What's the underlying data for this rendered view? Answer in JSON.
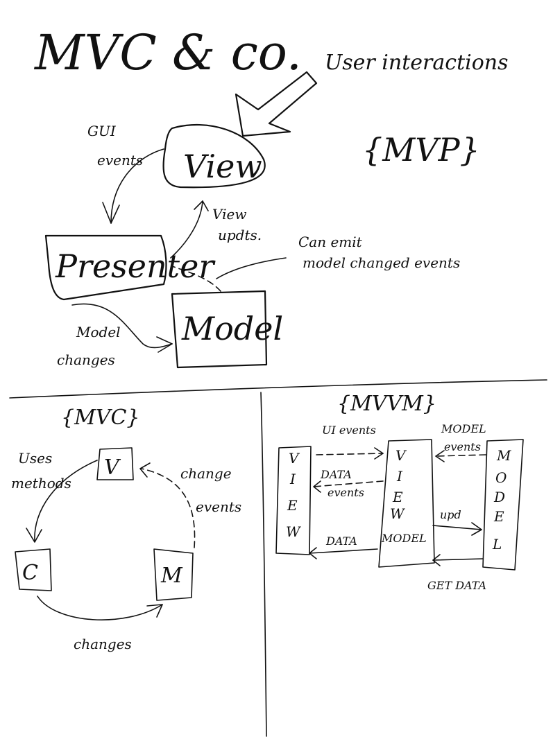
{
  "title": "MVC & co.",
  "mvp": {
    "section_label": "{MVP}",
    "user_interactions": "User interactions",
    "view": "View",
    "presenter": "Presenter",
    "model": "Model",
    "gui_events": [
      "GUI",
      "events"
    ],
    "view_updates": [
      "View",
      "updts."
    ],
    "model_changes": [
      "Model",
      "changes"
    ],
    "can_emit": [
      "Can emit",
      "model changed events"
    ]
  },
  "mvc": {
    "section_label": "{MVC}",
    "v": "V",
    "c": "C",
    "m": "M",
    "uses_methods": [
      "Uses",
      "methods"
    ],
    "change_events": [
      "change",
      "events"
    ],
    "changes": "changes"
  },
  "mvvm": {
    "section_label": "{MVVM}",
    "view_letters": [
      "V",
      "I",
      "E",
      "W"
    ],
    "viewmodel_letters": [
      "V",
      "I",
      "E",
      "W"
    ],
    "viewmodel_model": "MODEL",
    "model_letters": [
      "M",
      "O",
      "D",
      "E",
      "L"
    ],
    "ui_events": "UI events",
    "data_events": [
      "DATA",
      "events"
    ],
    "data": "DATA",
    "model_events": [
      "MODEL",
      "events"
    ],
    "upd": "upd",
    "get_data": "GET DATA"
  },
  "colors": {
    "ink": "#111111",
    "paper": "#ffffff"
  }
}
